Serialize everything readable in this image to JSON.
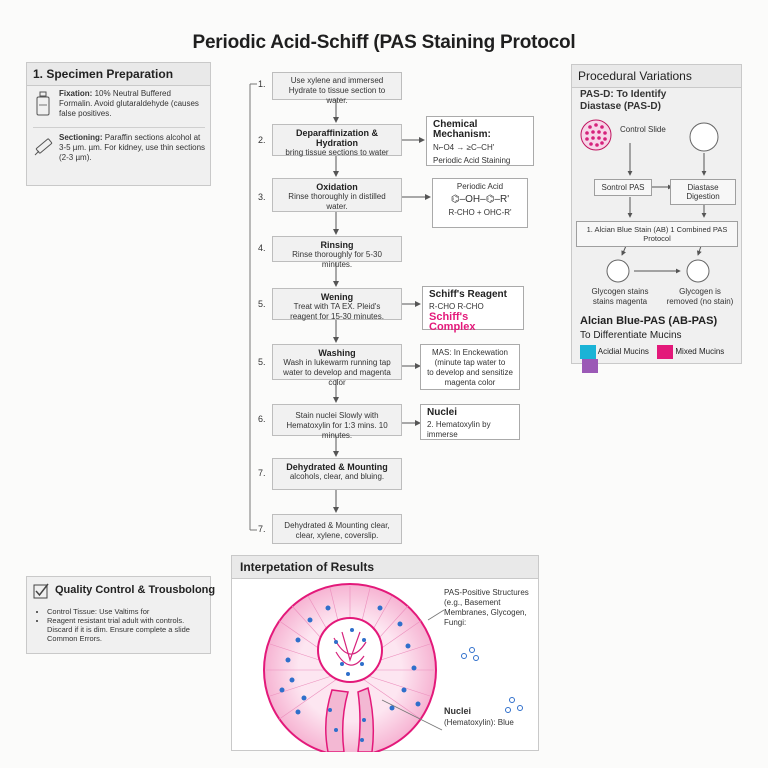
{
  "title": "Periodic Acid-Schiff (PAS Staining Protocol",
  "specimen": {
    "heading": "1. Specimen Preparation",
    "fixation_label": "Fixation:",
    "fixation_text": "10% Neutral Buffered Formalin. Avoid glutaraldehyde (causes false positives.",
    "sectioning_label": "Sectioning:",
    "sectioning_text": "Paraffin sections alcohol at 3-5 µm. µm. For kidney, use thin sections (2-3 µm).",
    "icons": [
      "bottle-icon",
      "slide-icon"
    ]
  },
  "flow": {
    "steps": [
      {
        "num": "1.",
        "title": "",
        "text": "Use xylene and immersed Hydrate to tissue section to water."
      },
      {
        "num": "2.",
        "title": "Deparaffinization & Hydration",
        "text": "bring tissue sections to water"
      },
      {
        "num": "3.",
        "title": "Oxidation",
        "text": "Rinse thoroughly in distilled water."
      },
      {
        "num": "4.",
        "title": "Rinsing",
        "text": "Rinse thoroughly for 5-30 minutes."
      },
      {
        "num": "5.",
        "title": "Wening",
        "text": "Treat with TA EX. Pleid's reagent for 15-30 minutes."
      },
      {
        "num": "5.",
        "title": "Washing",
        "text": "Wash in lukewarm running tap water to develop and magenta color"
      },
      {
        "num": "6.",
        "title": "",
        "text": "Stain nuclei Slowly with Hematoxylin for 1:3 mins. 10 minutes."
      },
      {
        "num": "7.",
        "title": "Dehydrated & Mounting",
        "text": "alcohols, clear, and bluing."
      },
      {
        "num": "7.",
        "title": "",
        "text": "Dehydrated & Mounting clear, clear, xylene, coverslip."
      }
    ]
  },
  "side_boxes": {
    "mechanism": {
      "title": "Chemical Mechanism:",
      "line1": "N⌐O4  →   ≥C–CH'",
      "line2": "Periodic Acid Staining"
    },
    "periodic": {
      "title": "Periodic Acid",
      "line1": "⌬–OH–⌬–R'",
      "line2": "R-CHO + OHC-R'"
    },
    "schiff": {
      "title": "Schiff's Reagent",
      "line1": "R-CHO       R-CHO",
      "complex": "Schiff's Complex"
    },
    "pas": {
      "line1": "MAS: In Enckewation",
      "line2": "(minute tap water to",
      "line3": "to develop and sensitize",
      "line4": "magenta color"
    },
    "nuclei": {
      "title": "Nuclei",
      "text": "2. Hematoxylin by immerse"
    }
  },
  "variations": {
    "heading": "Procedural Variations",
    "pasd_title": "PAS-D: To Identify",
    "pasd_title2": "Diastase (PAS-D)",
    "control_label": "Control Slide",
    "sontrol_label": "Sontrol PAS",
    "diastase_label": "Diastase Digestion",
    "protocol_label": "1. Alcian Blue Stain (AB) 1  Combined PAS Protocol",
    "glycogen_left": "Glycogen stains stains magenta",
    "glycogen_right": "Glycogen is removed (no stain)",
    "abpas_title": "Alcian Blue-PAS (AB-PAS)",
    "abpas_sub": "To Differentiate Mucins",
    "legend": [
      {
        "label": "Acidial Mucins",
        "color": "#1ab3d6"
      },
      {
        "label": "Mixed Mucins",
        "color": "#e3197a"
      },
      {
        "label": "",
        "color": "#9b59b6"
      }
    ]
  },
  "quality": {
    "heading": "Quality Control & Trousbolong",
    "items": [
      "Control Tissue: Use Valtims for",
      "Reagent resistant trial adult with controls. Discard if it is dim. Ensure complete a slide Common Errors."
    ]
  },
  "results": {
    "heading": "Interpetation of Results",
    "pas_label": "PAS-Positive Structures (e.g., Basement Membranes, Glycogen, Fungi:",
    "nuclei_label": "Nuclei",
    "nuclei_sub": "(Hematoxylin): Blue"
  },
  "colors": {
    "magenta": "#e3197a",
    "blue": "#2f6fcb",
    "border": "#bdbdbd"
  }
}
